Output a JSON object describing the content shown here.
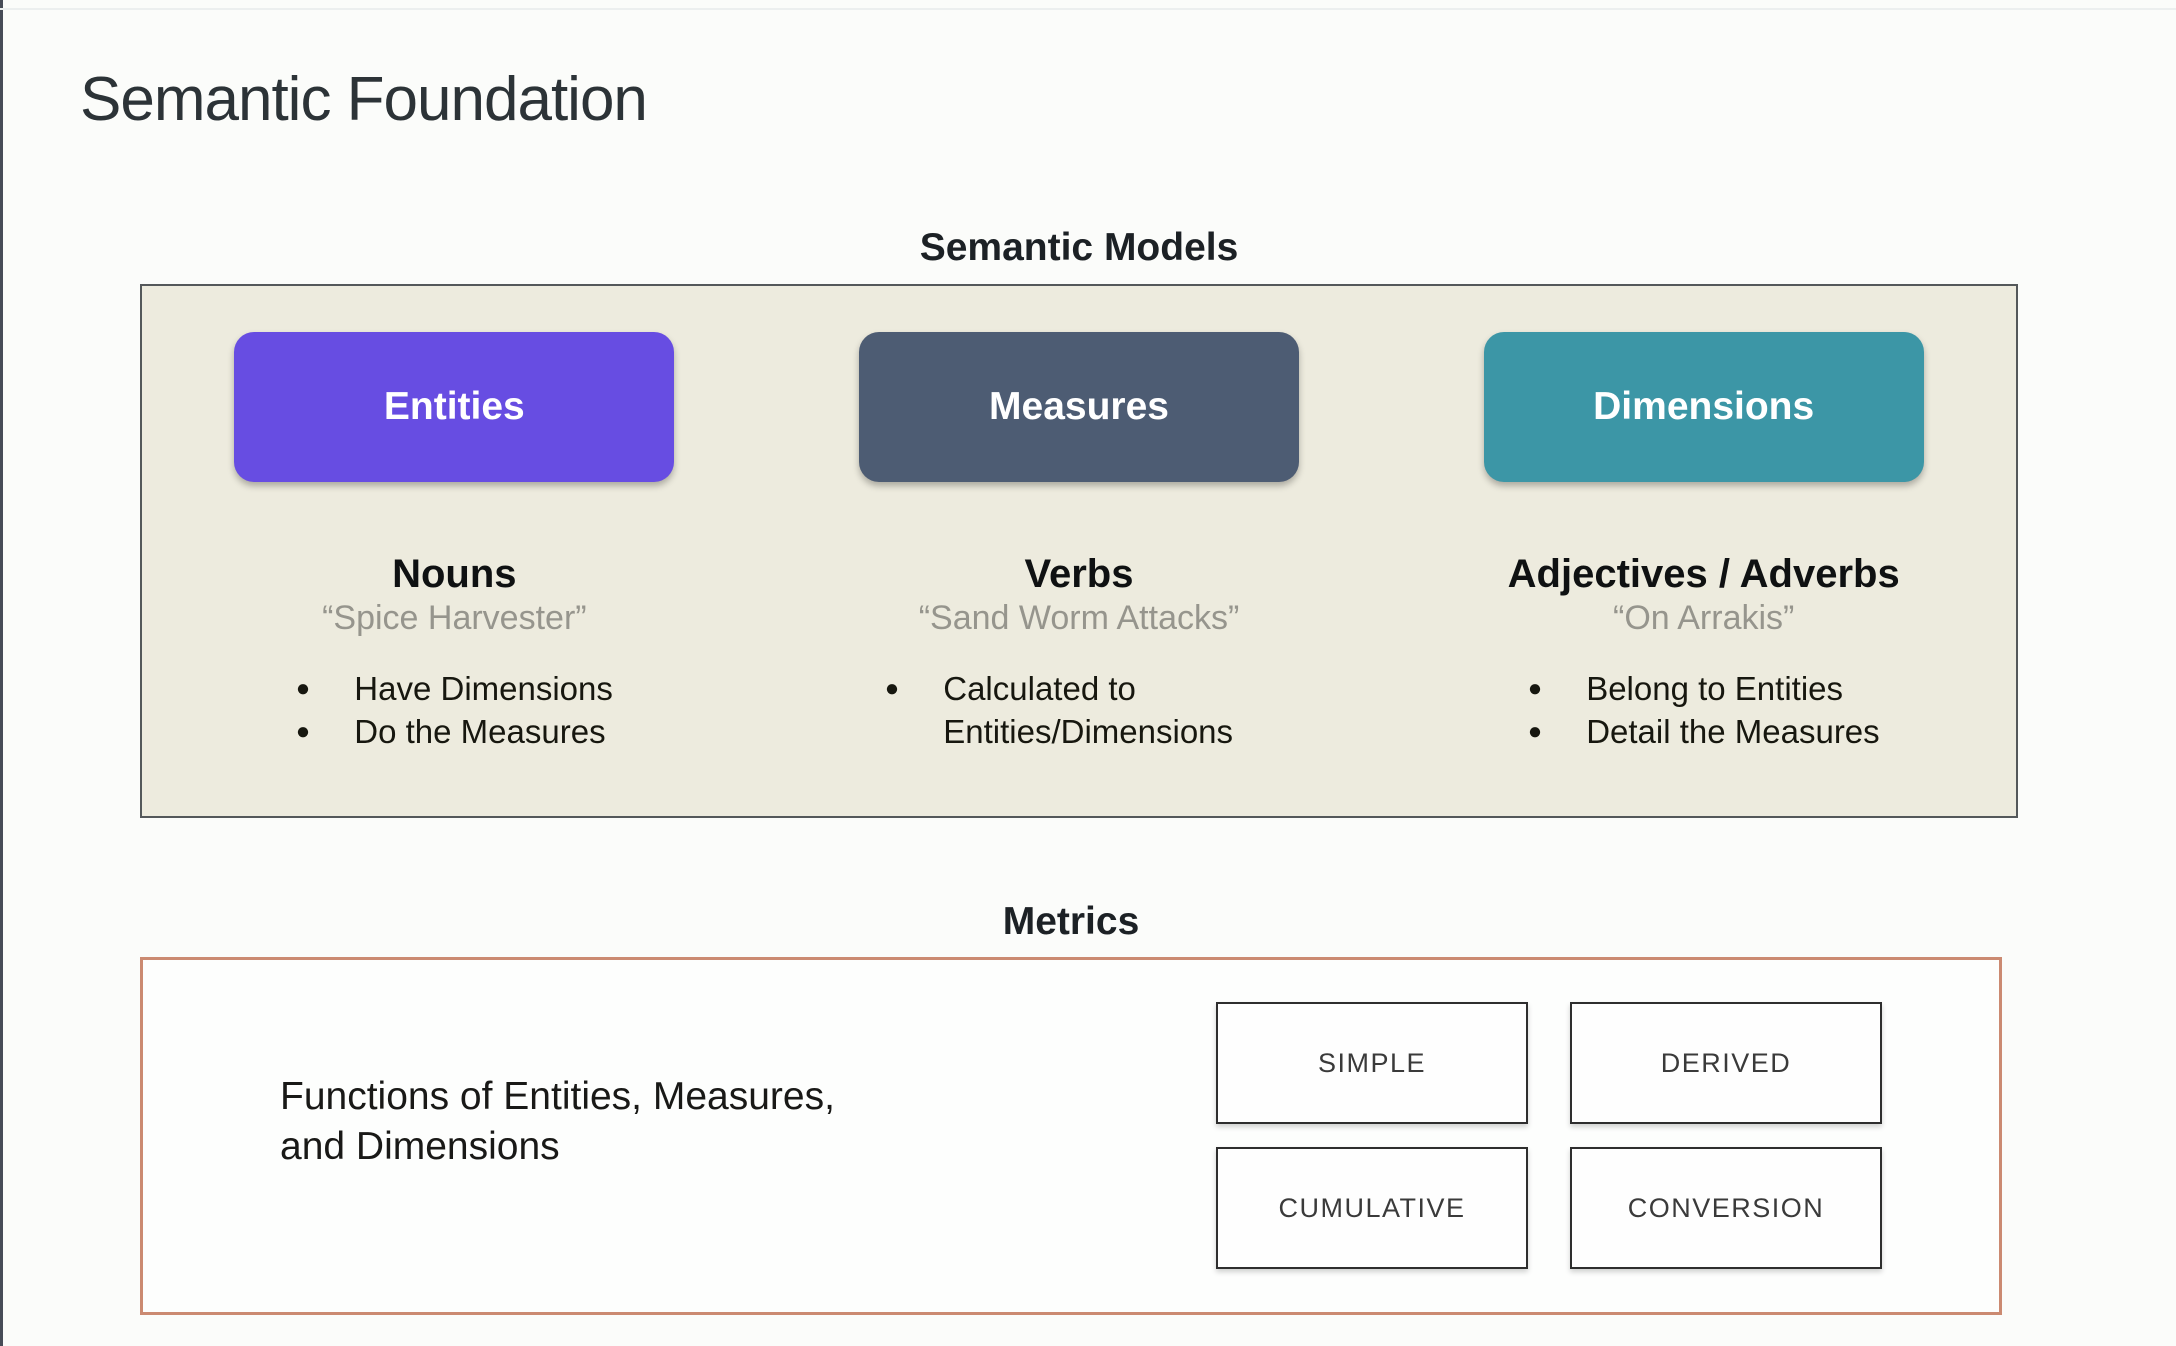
{
  "page": {
    "title": "Semantic Foundation",
    "background": "#FBFCFA"
  },
  "semantic_models": {
    "section_label": "Semantic Models",
    "panel_bg": "#EDEBDE",
    "panel_border": "#54585A",
    "columns": [
      {
        "button_label": "Entities",
        "button_color": "#674DE2",
        "heading": "Nouns",
        "quote": "“Spice Harvester”",
        "bullets": [
          "Have Dimensions",
          "Do the Measures"
        ]
      },
      {
        "button_label": "Measures",
        "button_color": "#4D5C73",
        "heading": "Verbs",
        "quote": "“Sand Worm Attacks”",
        "bullets": [
          "Calculated to Entities/Dimensions"
        ]
      },
      {
        "button_label": "Dimensions",
        "button_color": "#3C96A6",
        "heading": "Adjectives / Adverbs",
        "quote": "“On Arrakis”",
        "bullets": [
          "Belong to Entities",
          "Detail the Measures"
        ]
      }
    ]
  },
  "metrics": {
    "section_label": "Metrics",
    "panel_border": "#CB8A71",
    "description_lines": [
      "Functions of Entities, Measures,",
      "and Dimensions"
    ],
    "types": [
      "SIMPLE",
      "DERIVED",
      "CUMULATIVE",
      "CONVERSION"
    ]
  }
}
